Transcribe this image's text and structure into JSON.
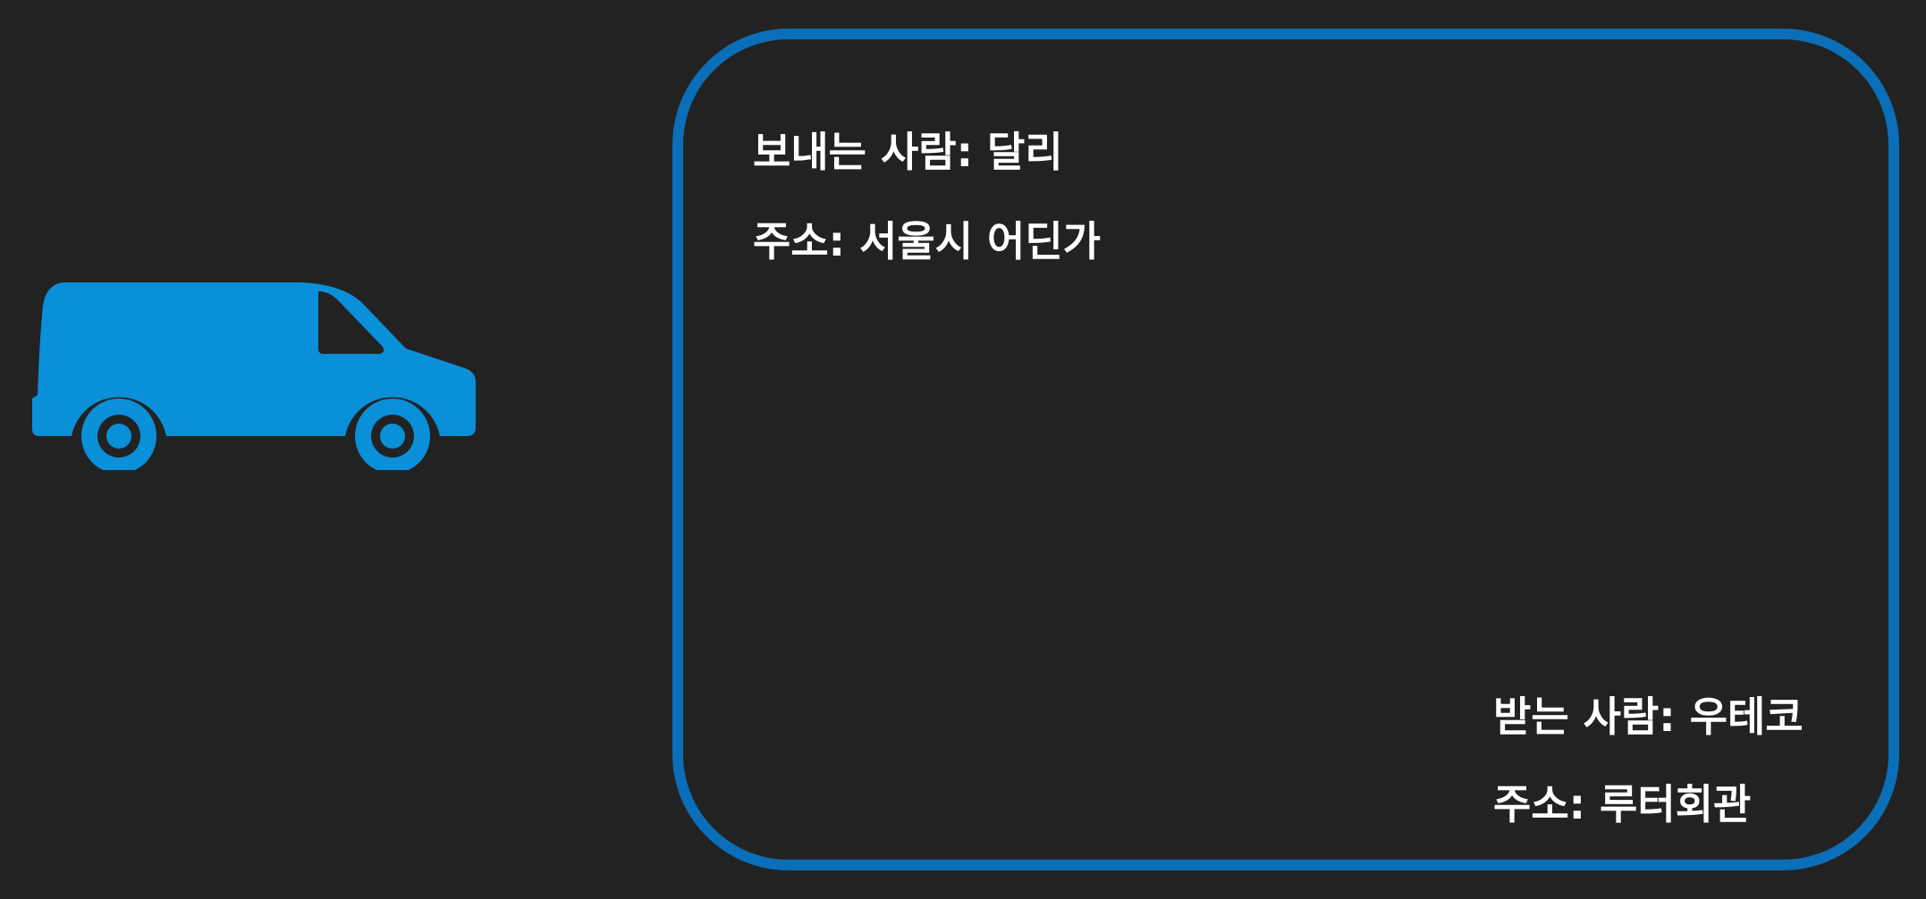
{
  "colors": {
    "background": "#222222",
    "accent": "#0a6fb8",
    "van": "#0a8fd9",
    "text": "#ffffff"
  },
  "icons": {
    "van": "delivery-van-icon"
  },
  "sender": {
    "name_line": "보내는 사람: 달리",
    "address_line": "주소: 서울시 어딘가"
  },
  "receiver": {
    "name_line": "받는 사람: 우테코",
    "address_line": "주소: 루터회관"
  }
}
